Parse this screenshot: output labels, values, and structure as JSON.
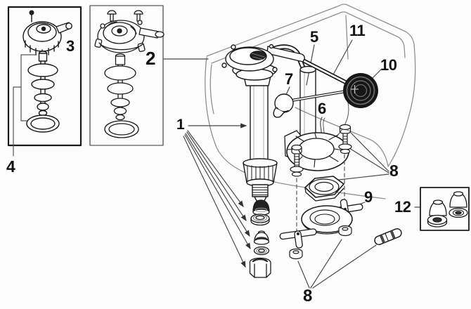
{
  "callouts": [
    {
      "name": "callout-1",
      "text": "1"
    },
    {
      "name": "callout-2",
      "text": "2"
    },
    {
      "name": "callout-3",
      "text": "3"
    },
    {
      "name": "callout-4",
      "text": "4"
    },
    {
      "name": "callout-5",
      "text": "5"
    },
    {
      "name": "callout-6",
      "text": "6"
    },
    {
      "name": "callout-7",
      "text": "7"
    },
    {
      "name": "callout-8-right",
      "text": "8"
    },
    {
      "name": "callout-8-bottom",
      "text": "8"
    },
    {
      "name": "callout-9",
      "text": "9"
    },
    {
      "name": "callout-10",
      "text": "10"
    },
    {
      "name": "callout-11",
      "text": "11"
    },
    {
      "name": "callout-12",
      "text": "12"
    }
  ],
  "colors": {
    "background": "#fdfdfd",
    "ink": "#1a1a1a",
    "tank_outline": "#8f8f8f",
    "callout_line": "#4a4a4a",
    "float_fill": "#161616"
  }
}
